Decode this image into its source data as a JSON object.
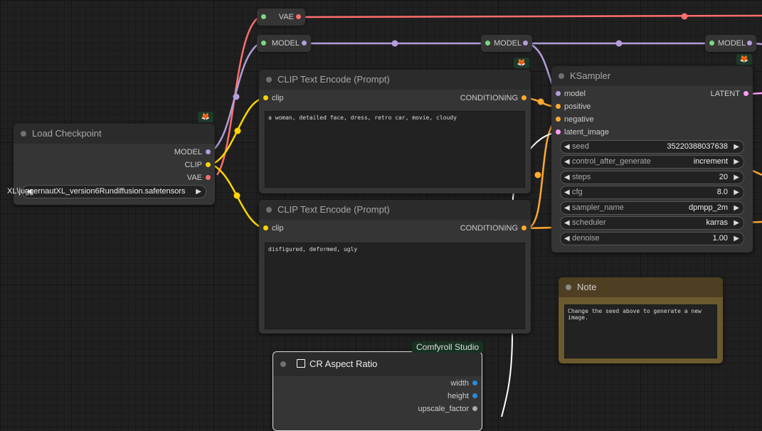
{
  "badge_icon": "🦊",
  "reroutes": [
    {
      "label": "VAE"
    },
    {
      "label": "MODEL"
    },
    {
      "label": "MODEL"
    },
    {
      "label": "MODEL"
    }
  ],
  "load_checkpoint": {
    "title": "Load Checkpoint",
    "outputs": {
      "model": "MODEL",
      "clip": "CLIP",
      "vae": "VAE"
    },
    "ckpt_value": "XL\\juggernautXL_version6Rundiffusion.safetensors"
  },
  "clip_pos": {
    "title": "CLIP Text Encode (Prompt)",
    "input": "clip",
    "output": "CONDITIONING",
    "text": "a woman, detailed face, dress, retro car, movie, cloudy"
  },
  "clip_neg": {
    "title": "CLIP Text Encode (Prompt)",
    "input": "clip",
    "output": "CONDITIONING",
    "text": "disfigured, deformed, ugly"
  },
  "ksampler": {
    "title": "KSampler",
    "inputs": [
      "model",
      "positive",
      "negative",
      "latent_image"
    ],
    "output": "LATENT",
    "widgets": [
      {
        "label": "seed",
        "value": "35220388037638"
      },
      {
        "label": "control_after_generate",
        "value": "increment"
      },
      {
        "label": "steps",
        "value": "20"
      },
      {
        "label": "cfg",
        "value": "8.0"
      },
      {
        "label": "sampler_name",
        "value": "dpmpp_2m"
      },
      {
        "label": "scheduler",
        "value": "karras"
      },
      {
        "label": "denoise",
        "value": "1.00"
      }
    ]
  },
  "note": {
    "title": "Note",
    "text": "Change the seed above to generate a new image."
  },
  "aspect": {
    "badge": "Comfyroll Studio",
    "title": "CR Aspect Ratio",
    "outputs": [
      "width",
      "height",
      "upscale_factor"
    ]
  },
  "colors": {
    "model": "#b39ddb",
    "clip": "#ffd500",
    "vae": "#ff6e6e",
    "conditioning": "#ffa931",
    "latent": "#ff9cf9",
    "int": "#2a8bd8",
    "float": "#aaaaaa",
    "image": "#ffffff",
    "reroute_in": "#7dd77d"
  }
}
